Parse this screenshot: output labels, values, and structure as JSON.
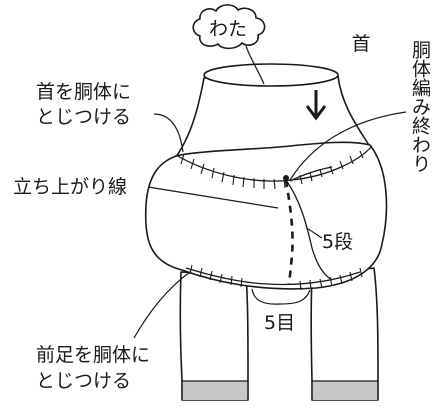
{
  "labels": {
    "cloud": "わた",
    "neck": "首",
    "body_end_vertical": "胴体編み終わり",
    "attach_neck_line1": "首を胴体に",
    "attach_neck_line2": "とじつける",
    "rise_line": "立ち上がり線",
    "rows_5": "5段",
    "stitches_5": "5目",
    "attach_leg_line1": "前足を胴体に",
    "attach_leg_line2": "とじつける"
  },
  "colors": {
    "ink": "#1a1a1a",
    "paper": "#ffffff",
    "sole": "#c8c8c8"
  },
  "icons": {
    "cloud": "cloud-icon",
    "arrow": "down-arrow-icon"
  }
}
